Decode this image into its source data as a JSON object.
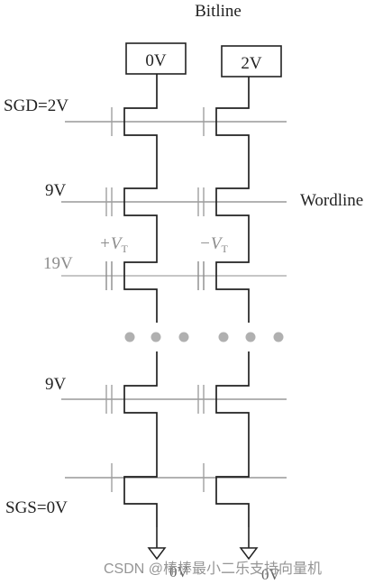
{
  "header": {
    "title": "Bitline"
  },
  "side_label": {
    "text": "Wordline"
  },
  "bitlines": [
    {
      "voltage": "0V"
    },
    {
      "voltage": "2V"
    }
  ],
  "rows": [
    {
      "label": "SGD=2V",
      "kind": "select",
      "color": "#222222"
    },
    {
      "label": "9V",
      "kind": "cell",
      "color": "#222222"
    },
    {
      "label": "19V",
      "kind": "cell",
      "color": "#8c8c8c"
    },
    {
      "label": "9V",
      "kind": "cell",
      "color": "#222222"
    },
    {
      "label": "",
      "kind": "select",
      "color": "#222222"
    },
    {
      "label": "SGS=0V",
      "kind": "select",
      "color": "#222222"
    }
  ],
  "vt_labels": {
    "left": "+V",
    "right": "−V",
    "subscript": "T"
  },
  "ground": {
    "label": "0V"
  },
  "watermark": {
    "text": "CSDN @棒棒最小二乐支持向量机"
  },
  "colors": {
    "line": "#222222",
    "gray": "#8c8c8c",
    "dots": "#b0b0b0",
    "gate": "#a0a0a0"
  }
}
